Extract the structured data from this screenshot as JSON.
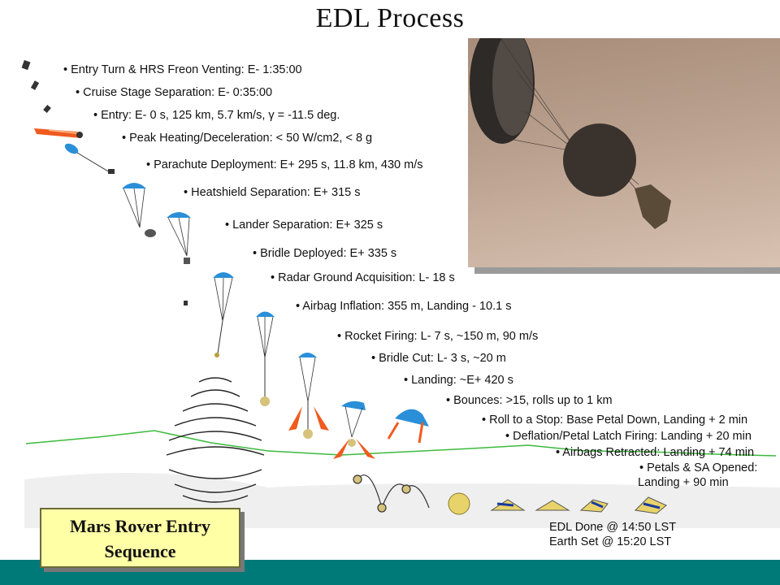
{
  "title": "EDL Process",
  "steps": [
    "• Entry Turn & HRS Freon Venting: E- 1:35:00",
    "• Cruise Stage Separation: E- 0:35:00",
    "• Entry: E- 0 s, 125 km, 5.7 km/s, γ = -11.5 deg.",
    "• Peak Heating/Deceleration: < 50 W/cm2, < 8 g",
    "• Parachute Deployment: E+ 295 s, 11.8 km, 430 m/s",
    "• Heatshield Separation: E+ 315 s",
    "• Lander Separation: E+ 325 s",
    "• Bridle Deployed: E+ 335 s",
    "• Radar Ground Acquisition: L- 18 s",
    "• Airbag Inflation: 355 m, Landing - 10.1 s",
    "• Rocket Firing: L- 7 s, ~150 m, 90 m/s",
    "• Bridle Cut: L- 3 s, ~20 m",
    "• Landing: ~E+ 420 s",
    "• Bounces: >15, rolls up to 1 km",
    "• Roll to a Stop: Base Petal Down, Landing + 2 min",
    "• Deflation/Petal Latch Firing: Landing + 20 min",
    "• Airbags Retracted: Landing + 74 min",
    "• Petals & SA Opened:",
    "Landing + 90 min"
  ],
  "done": {
    "edl_done": "EDL Done @ 14:50 LST",
    "earth_set": "Earth Set @ 15:20 LST"
  },
  "legend": {
    "line1": "Mars Rover Entry",
    "line2": "Sequence"
  },
  "colors": {
    "chute_blue": "#2a8fd8",
    "rocket_flame": "#f05a1e",
    "ground_green": "#3cba3c",
    "footer_teal": "#007a78",
    "legend_yellow": "#ffffa6"
  }
}
